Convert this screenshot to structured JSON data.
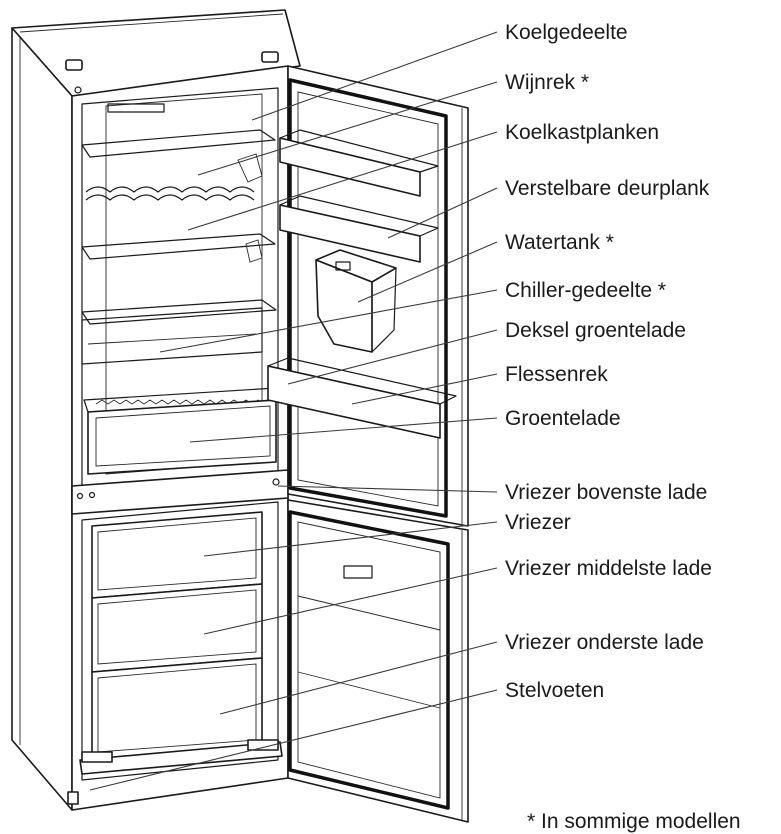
{
  "labels": [
    {
      "id": "koelgedeelte",
      "text": "Koelgedeelte"
    },
    {
      "id": "wijnrek",
      "text": "Wijnrek *"
    },
    {
      "id": "koelkastplanken",
      "text": "Koelkastplanken"
    },
    {
      "id": "verstelbare-deurplank",
      "text": "Verstelbare deurplank"
    },
    {
      "id": "watertank",
      "text": "Watertank *"
    },
    {
      "id": "chiller-gedeelte",
      "text": "Chiller-gedeelte *"
    },
    {
      "id": "deksel-groentelade",
      "text": "Deksel groentelade"
    },
    {
      "id": "flessenrek",
      "text": "Flessenrek"
    },
    {
      "id": "groentelade",
      "text": "Groentelade"
    },
    {
      "id": "vriezer-bovenste-lade",
      "text": "Vriezer bovenste lade"
    },
    {
      "id": "vriezer",
      "text": "Vriezer"
    },
    {
      "id": "vriezer-middelste-lade",
      "text": "Vriezer middelste lade"
    },
    {
      "id": "vriezer-onderste-lade",
      "text": "Vriezer onderste lade"
    },
    {
      "id": "stelvoeten",
      "text": "Stelvoeten"
    }
  ],
  "footnote": "* In sommige modellen"
}
